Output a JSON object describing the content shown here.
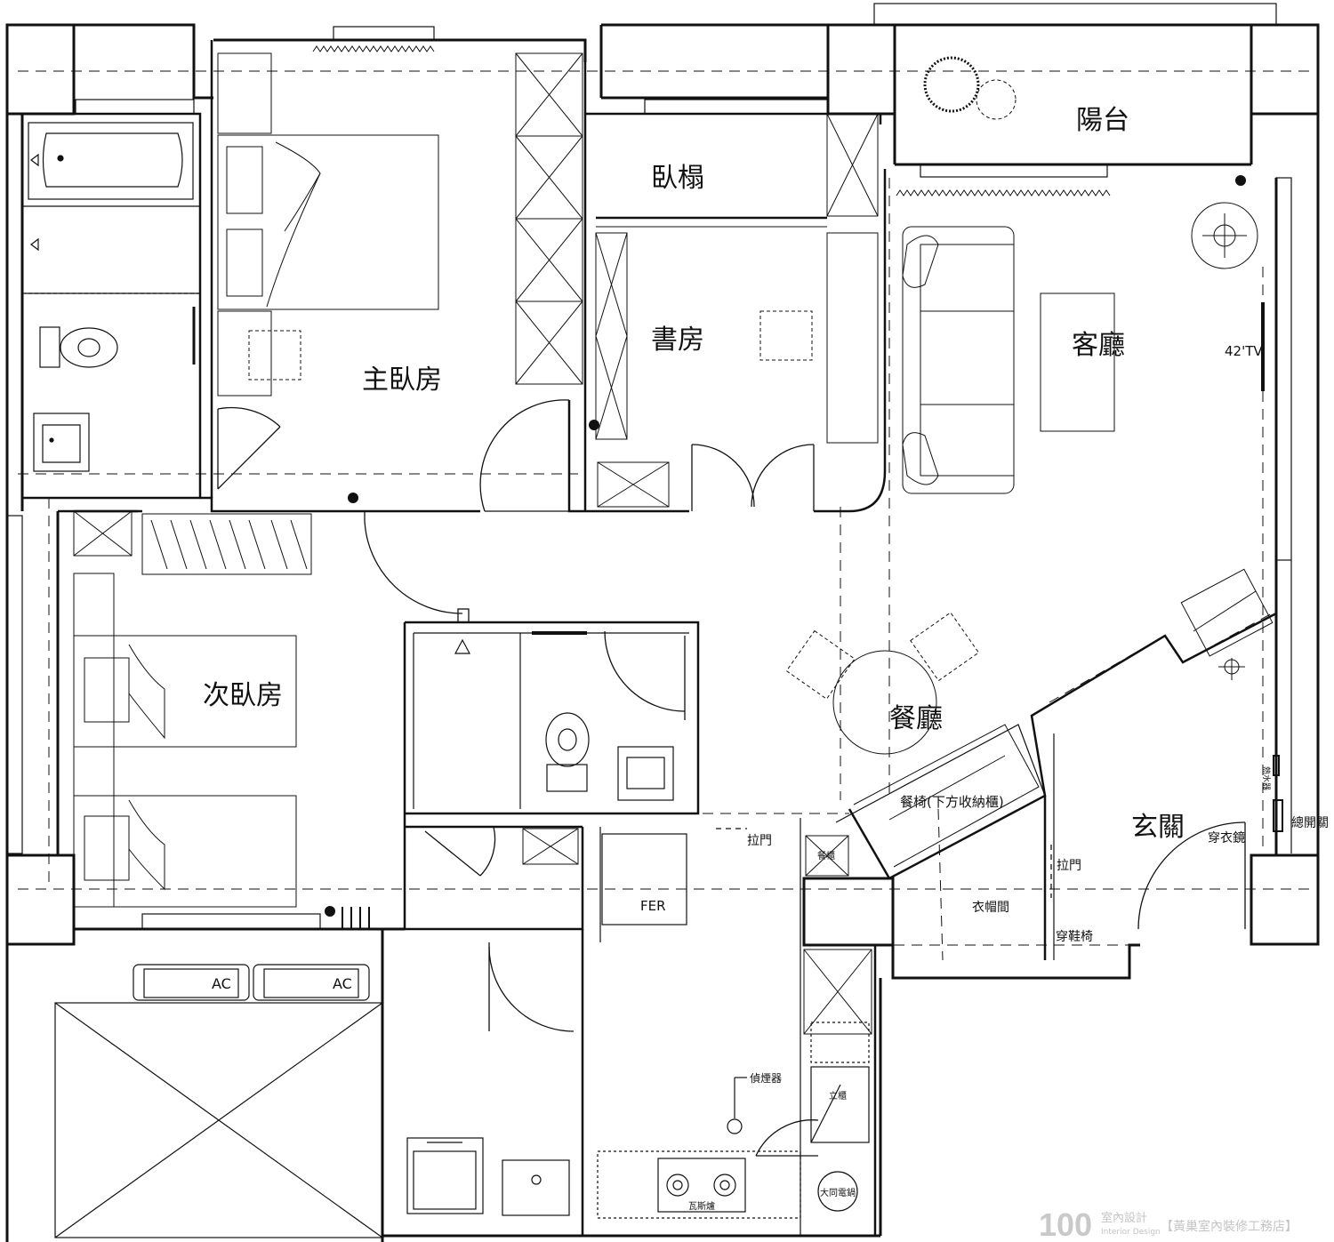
{
  "rooms": {
    "balcony": "陽台",
    "bay_window": "臥榻",
    "study": "書房",
    "master_bedroom": "主臥房",
    "living_room": "客廳",
    "second_bedroom": "次臥房",
    "dining_room": "餐廳",
    "entrance": "玄關"
  },
  "labels": {
    "tv": "42'TV",
    "dining_bench": "餐椅(下方收納櫃)",
    "sliding_door_1": "拉門",
    "sliding_door_2": "拉門",
    "mirror": "穿衣鏡",
    "master_switch": "總開關",
    "cloakroom": "衣帽間",
    "shoe_bench": "穿鞋椅",
    "fridge": "FER",
    "ac_1": "AC",
    "ac_2": "AC",
    "smoke_detector": "偵煙器",
    "gas_stove": "瓦斯爐",
    "rice_cooker": "大同電鍋",
    "cabinet": "餐櫃",
    "tall_cabinet": "立櫃",
    "heater": "熱水器"
  },
  "watermark": {
    "logo": "100",
    "brand_cn": "室內設計",
    "brand_en": "Interior Design",
    "studio": "【黃巢室內裝修工務店】"
  }
}
